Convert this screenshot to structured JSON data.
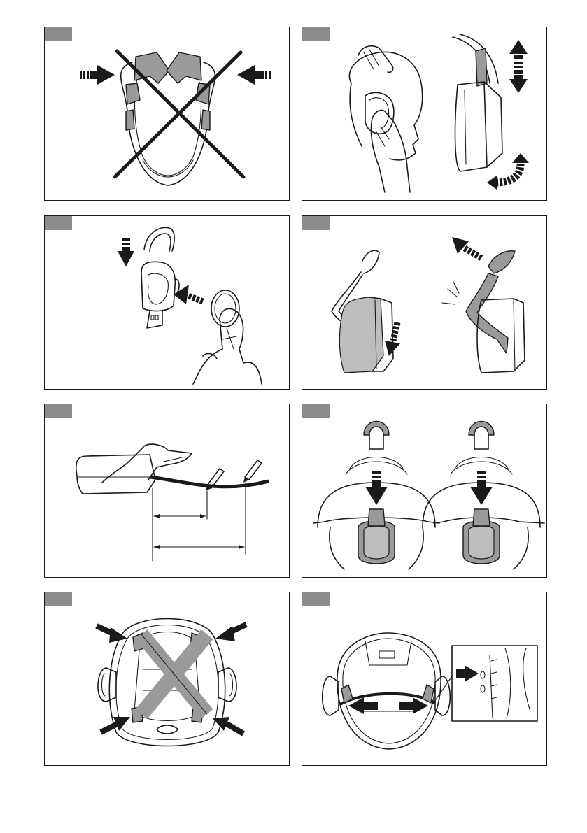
{
  "page": {
    "background": "#ffffff",
    "accent_grey": "#8c8c8c"
  },
  "panels": [
    {
      "id": "p1",
      "name": "do-not-squeeze-earmuffs",
      "arrows": [
        "arrow-right",
        "arrow-left"
      ],
      "mark": "cross"
    },
    {
      "id": "p2",
      "name": "fitting-earmuffs-on-head",
      "arrows": [
        "arrow-up-down",
        "arrow-curved"
      ]
    },
    {
      "id": "p3",
      "name": "replacing-headband-cushion",
      "arrows": [
        "arrow-down",
        "arrow-left"
      ]
    },
    {
      "id": "p4",
      "name": "removing-ear-cushion",
      "arrows": [
        "arrow-down",
        "arrow-up-left"
      ]
    },
    {
      "id": "p5",
      "name": "measuring-band-flex",
      "arrows": [
        "dimension-short",
        "dimension-long"
      ]
    },
    {
      "id": "p6",
      "name": "attaching-helmet-earmuffs",
      "arrows": [
        "arrow-down",
        "arrow-down"
      ]
    },
    {
      "id": "p7",
      "name": "do-not-press-helmet-shell",
      "arrows": [
        "arrow-down-right",
        "arrow-down-left",
        "arrow-up-right",
        "arrow-up-left"
      ],
      "mark": "cross"
    },
    {
      "id": "p8",
      "name": "inserting-arms-into-helmet-slots",
      "arrows": [
        "arrow-left",
        "arrow-right",
        "arrow-left"
      ]
    }
  ]
}
